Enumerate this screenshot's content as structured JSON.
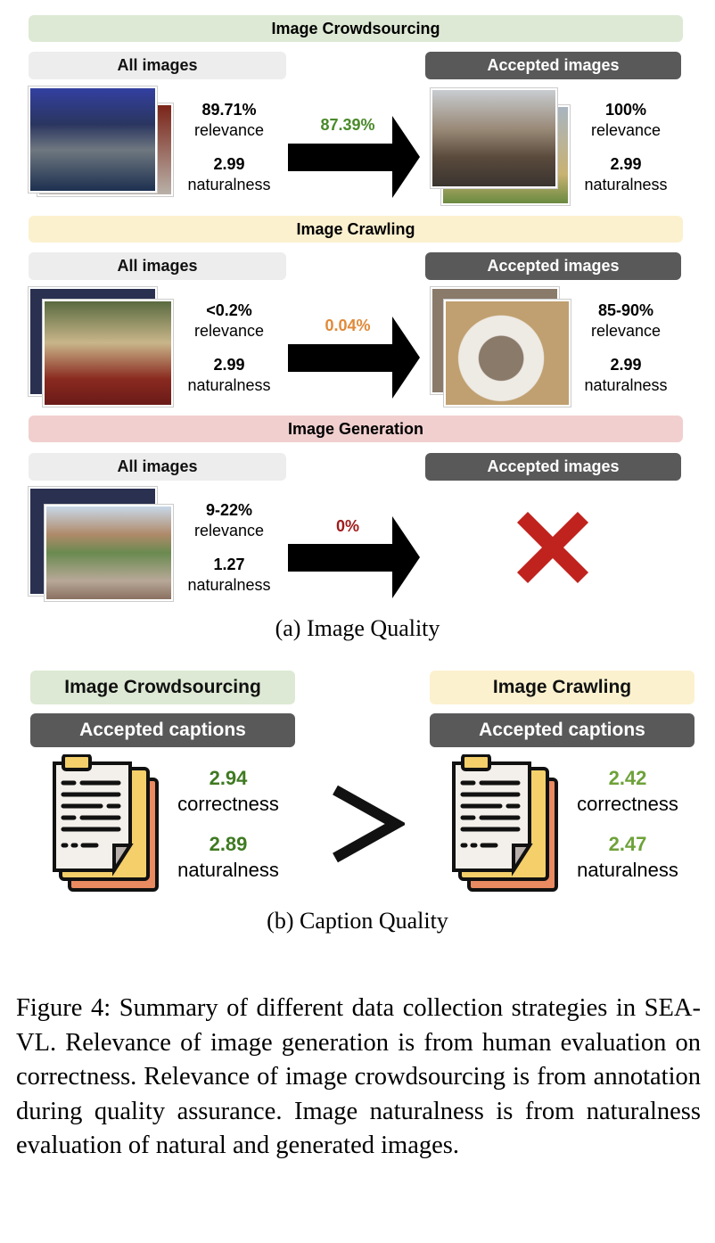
{
  "image_quality": {
    "sections": [
      {
        "title": "Image Crowdsourcing",
        "color": "#dde9d4",
        "all_label": "All images",
        "accepted_label": "Accepted images",
        "all_relevance": "89.71%",
        "all_naturalness": "2.99",
        "accept_rate": "87.39%",
        "rate_color": "#4a8a2a",
        "acc_relevance": "100%",
        "acc_naturalness": "2.99"
      },
      {
        "title": "Image Crawling",
        "color": "#fcf1cf",
        "all_label": "All images",
        "accepted_label": "Accepted images",
        "all_relevance": "<0.2%",
        "all_naturalness": "2.99",
        "accept_rate": "0.04%",
        "rate_color": "#e08a3a",
        "acc_relevance": "85-90%",
        "acc_naturalness": "2.99"
      },
      {
        "title": "Image Generation",
        "color": "#f1cfcf",
        "all_label": "All images",
        "accepted_label": "Accepted images",
        "all_relevance": "9-22%",
        "all_naturalness": "1.27",
        "accept_rate": "0%",
        "rate_color": "#a01c1c"
      }
    ],
    "relevance_label": "relevance",
    "naturalness_label": "naturalness",
    "subcaption": "(a) Image Quality"
  },
  "caption_quality": {
    "left": {
      "title": "Image Crowdsourcing",
      "color": "#dde9d4",
      "label": "Accepted captions",
      "correctness": "2.94",
      "naturalness": "2.89",
      "value_color": "#3f7a22"
    },
    "right": {
      "title": "Image Crawling",
      "color": "#fcf1cf",
      "label": "Accepted captions",
      "correctness": "2.42",
      "naturalness": "2.47",
      "value_color": "#6ea23a"
    },
    "correctness_label": "correctness",
    "naturalness_label": "naturalness",
    "comparison": ">",
    "subcaption": "(b) Caption Quality"
  },
  "figure_caption": "Figure 4: Summary of different data collection strategies in SEA-VL. Relevance of image generation is from human evaluation on correctness. Relevance of image crowdsourcing is from annotation during quality assurance. Image naturalness is from naturalness evaluation of natural and generated images."
}
